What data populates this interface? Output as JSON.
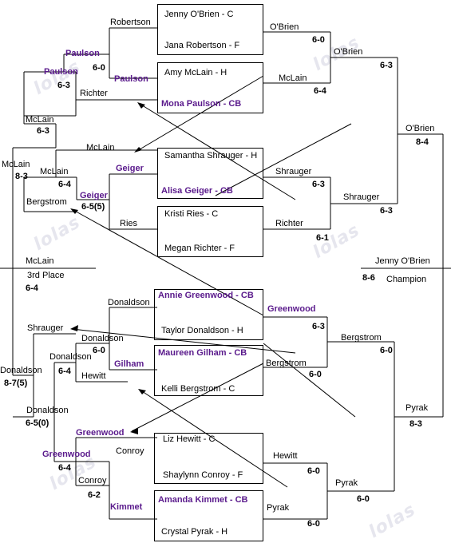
{
  "watermark": "lolas",
  "top": {
    "box1": {
      "p1": "Jenny O'Brien - C",
      "p2": "Jana Robertson - F"
    },
    "box2": {
      "p1": "Amy McLain - H",
      "p2": "Mona Paulson - CB"
    },
    "box3": {
      "p1": "Samantha Shrauger - H",
      "p2": "Alisa Geiger - CB"
    },
    "box4": {
      "p1": "Kristi Ries - C",
      "p2": "Megan Richter - F"
    },
    "l_robertson": "Robertson",
    "l_obrien1": "O'Brien",
    "s_60a": "6-0",
    "l_obrien2": "O'Brien",
    "s_63a": "6-3",
    "l_mclain_r": "McLain",
    "s_64a": "6-4",
    "l_paulson1": "Paulson",
    "s_60b": "6-0",
    "l_paulson2": "Paulson",
    "s_63b": "6-3",
    "l_paulson3": "Paulson",
    "l_richter1": "Richter",
    "l_mclain1": "McLain",
    "s_63c": "6-3",
    "l_mclain2": "McLain",
    "l_mclain3": "McLain",
    "s_64b": "6-4",
    "l_mclain4": "McLain",
    "s_83": "8-3",
    "l_geiger1": "Geiger",
    "l_geiger2": "Geiger",
    "s_655": "6-5(5)",
    "l_bergstrom1": "Bergstrom",
    "l_ries": "Ries",
    "l_shrauger1": "Shrauger",
    "s_63d": "6-3",
    "l_richter2": "Richter",
    "s_61": "6-1",
    "l_shrauger2": "Shrauger",
    "s_63e": "6-3",
    "l_obrien3": "O'Brien",
    "s_84": "8-4"
  },
  "third_place": {
    "name": "McLain",
    "label": "3rd Place",
    "score": "6-4"
  },
  "champion": {
    "name": "Jenny O'Brien",
    "score": "8-6",
    "label": "Champion"
  },
  "bottom": {
    "box1": {
      "p1": "Annie Greenwood - CB",
      "p2": "Taylor Donaldson - H"
    },
    "box2": {
      "p1": "Maureen Gilham - CB",
      "p2": "Kelli Bergstrom - C"
    },
    "box3": {
      "p1": "Liz Hewitt - C",
      "p2": "Shaylynn Conroy - F"
    },
    "box4": {
      "p1": "Amanda Kimmet - CB",
      "p2": "Crystal Pyrak - H"
    },
    "l_donaldson1": "Donaldson",
    "l_greenwood1": "Greenwood",
    "s_63a": "6-3",
    "l_bergstrom1": "Bergstrom",
    "s_60a": "6-0",
    "l_bergstrom2": "Bergstrom",
    "s_60b": "6-0",
    "l_shrauger": "Shrauger",
    "l_donaldson2": "Donaldson",
    "s_60c": "6-0",
    "l_gilham": "Gilham",
    "l_donaldson3": "Donaldson",
    "s_64a": "6-4",
    "l_hewitt1": "Hewitt",
    "l_donaldson4": "Donaldson",
    "s_875": "8-7(5)",
    "l_donaldson5": "Donaldson",
    "s_650": "6-5(0)",
    "l_greenwood2": "Greenwood",
    "l_greenwood3": "Greenwood",
    "s_64b": "6-4",
    "l_conroy1": "Conroy",
    "l_conroy2": "Conroy",
    "s_62": "6-2",
    "l_kimmet": "Kimmet",
    "l_hewitt2": "Hewitt",
    "s_60d": "6-0",
    "l_pyrak1": "Pyrak",
    "s_60e": "6-0",
    "l_pyrak2": "Pyrak",
    "s_60f": "6-0",
    "l_pyrak3": "Pyrak",
    "s_83": "8-3"
  }
}
